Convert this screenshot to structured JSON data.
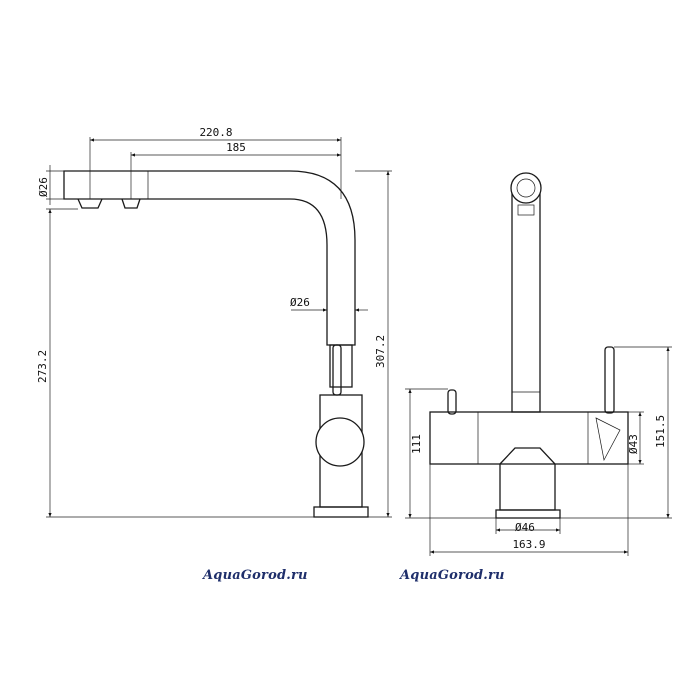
{
  "side_view": {
    "dims": {
      "total_reach": "220.8",
      "spout_reach": "185",
      "spout_diameter_top": "26",
      "spout_diameter_mid": "26",
      "height_to_top": "307.2",
      "height_to_spout": "273.2"
    }
  },
  "front_view": {
    "dims": {
      "body_height": "111",
      "handle_height": "151.5",
      "handle_diameter": "43",
      "base_diameter": "46",
      "body_width": "163.9"
    }
  },
  "watermarks": [
    "AquaGorod.ru",
    "AquaGorod.ru"
  ],
  "colors": {
    "line": "#1a1a1a",
    "watermark": "#1f2f6b"
  }
}
